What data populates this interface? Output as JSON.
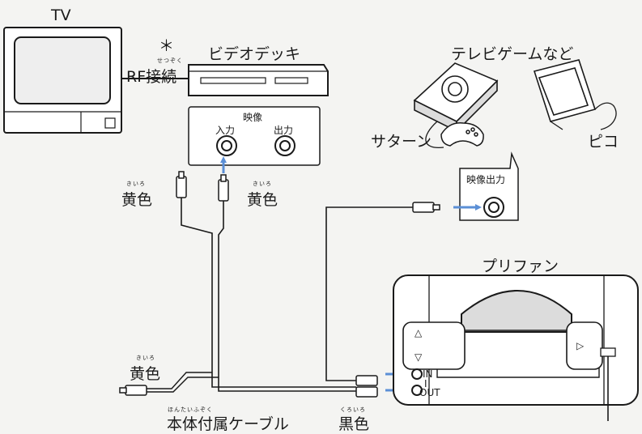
{
  "colors": {
    "line": "#1a1a1a",
    "arrow": "#5b8fd6",
    "background": "#f4f4f2",
    "device_fill": "#ffffff",
    "shade": "#dcdcdc"
  },
  "icons": {
    "tv": "tv-icon",
    "vcr": "vcr-icon",
    "saturn": "game-console-icon",
    "controller": "gamepad-icon",
    "pico": "handheld-console-icon",
    "purifan": "device-icon"
  },
  "labels": {
    "tv": "TV",
    "asterisk": "＊",
    "rf_connection": "RF接続",
    "rf_connection_ruby": "せつぞく",
    "vcr": "ビデオデッキ",
    "video": "映像",
    "input": "入力",
    "output": "出力",
    "game_consoles": "テレビゲームなど",
    "saturn": "サターン",
    "pico": "ピコ",
    "video_out": "映像出力",
    "purifan": "プリファン",
    "yellow_left": "黄色",
    "yellow_right": "黄色",
    "yellow_bottom": "黄色",
    "yellow_ruby": "きいろ",
    "black": "黒色",
    "black_ruby": "くろいろ",
    "cable": "本体付属ケーブル",
    "cable_ruby": "ほんたいふぞく",
    "port_in": "IN",
    "port_out": "OUT",
    "port_sep": "I",
    "arrow_up": "△",
    "arrow_down": "▽",
    "arrow_right": "▷"
  }
}
